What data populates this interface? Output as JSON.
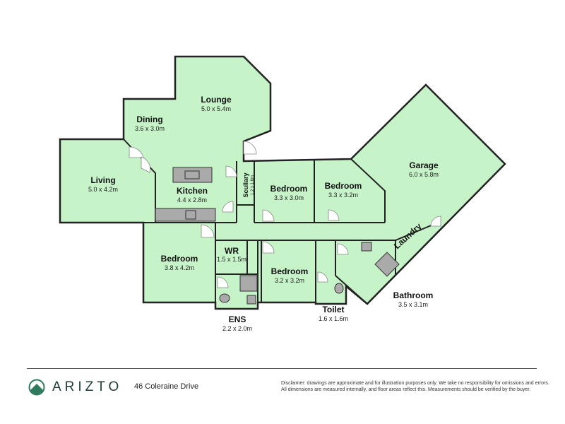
{
  "colors": {
    "room_fill": "#c6f3c8",
    "wall": "#222222",
    "brand": "#2f7a5c"
  },
  "rooms": [
    {
      "name": "Lounge",
      "size": "5.0 x 5.4m"
    },
    {
      "name": "Dining",
      "size": "3.6 x 3.0m"
    },
    {
      "name": "Living",
      "size": "5.0 x 4.2m"
    },
    {
      "name": "Kitchen",
      "size": "4.4 x 2.8m"
    },
    {
      "name": "Scullary",
      "size": "1.2 x 1.6m"
    },
    {
      "name": "Bedroom",
      "size": "3.3 x 3.0m"
    },
    {
      "name": "Bedroom",
      "size": "3.3 x 3.2m"
    },
    {
      "name": "Garage",
      "size": "6.0 x 5.8m"
    },
    {
      "name": "Laundry",
      "size": ""
    },
    {
      "name": "Bedroom",
      "size": "3.8 x 4.2m"
    },
    {
      "name": "WR",
      "size": "1.5 x 1.5m"
    },
    {
      "name": "Bedroom",
      "size": "3.2 x 3.2m"
    },
    {
      "name": "ENS",
      "size": "2.2 x 2.0m"
    },
    {
      "name": "Toilet",
      "size": "1.6 x 1.6m"
    },
    {
      "name": "Bathroom",
      "size": "3.5 x 3.1m"
    }
  ],
  "footer": {
    "brand": "ARIZTO",
    "address": "46 Coleraine Drive",
    "disclaimer_line1": "Disclaimer: drawings are approximate and for illustration purposes only. We take no responsibility for omissions and errors.",
    "disclaimer_line2": "All dimensions are measured internally, and floor areas reflect this. Measurements should be verified by the buyer."
  }
}
